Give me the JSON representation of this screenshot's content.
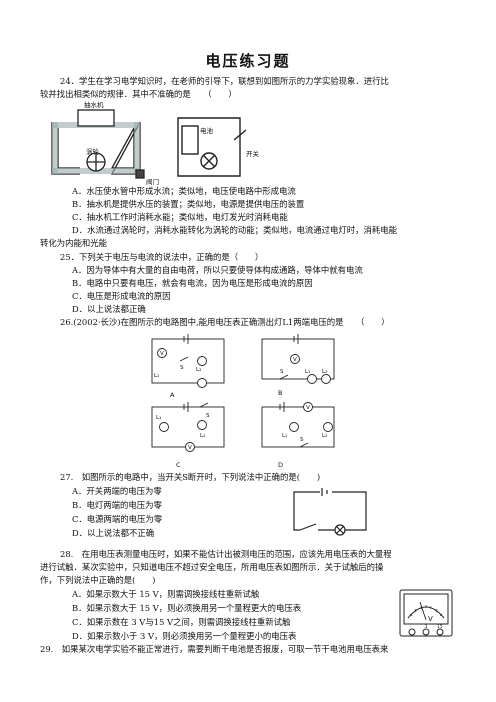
{
  "title": "电压练习题",
  "q24": {
    "stem1": "24．学生在学习电学知识时，在老师的引导下，联想到如图所示的力学实验现象．进行比",
    "stem2": "较并找出相类似的规律．其中不准确的是　　（　　）",
    "figure_labels": {
      "pump": "抽水机",
      "turbine": "涡轮",
      "valve": "阀门",
      "battery": "电池",
      "switch": "开关"
    },
    "options": [
      "A．水压使水管中形成水流；类似地，电压使电路中形成电流",
      "B．抽水机是提供水压的装置；类似地，电源是提供电压的装置",
      "C．抽水机工作时消耗水能；类似地，电灯发光时消耗电能",
      "D．水流通过涡轮时，消耗水能转化为涡轮的动能；类似地，电流通过电灯时，消耗电能",
      "转化为内能和光能"
    ]
  },
  "q25": {
    "stem": "25．下列关于电压与电流的说法中，正确的是（　　）",
    "options": [
      "A．因为导体中有大量的自由电荷，所以只要使导体构成通路，导体中就有电流",
      "B．电路中只要有电压，就会有电流，因为电压是形成电流的原因",
      "C．电压是形成电流的原因",
      "D．以上说法都正确"
    ]
  },
  "q26": {
    "stem": "26.(2002·长沙)在图所示的电路图中,能用电压表正确测出灯L1两端电压的是　　（　　）",
    "labels": [
      "A",
      "B",
      "C",
      "D"
    ],
    "components": {
      "voltmeter": "V",
      "switch": "S",
      "lamp1": "L₁",
      "lamp2": "L₂"
    }
  },
  "q27": {
    "stem": "27.　如图所示的电路中，当开关S断开时，下列说法中正确的是(　　)",
    "options": [
      "A．开关两端的电压为零",
      "B．电灯两端的电压为零",
      "C．电源两端的电压为零",
      "D．以上说法都不正确"
    ]
  },
  "q28": {
    "stem1": "28.　在用电压表测量电压时，如果不能估计出被测电压的范围，应该先用电压表的大量程",
    "stem2": "进行试触．某次实验中，只知道电压不超过安全电压，所用电压表如图所示．关于试触后的操",
    "stem3": "作，下列说法中正确的是(　　)",
    "options": [
      "A．如果示数大于 15 V，则需调换接线柱重新试触",
      "B．如果示数大于 15 V，则必须换用另一个量程更大的电压表",
      "C．如果示数在 3 V与15 V之间，则需调换接线柱重新试触",
      "D．如果示数小于 3 V，则必须换用另一个量程更小的电压表"
    ],
    "meter_label": "V",
    "terminal_labels": [
      "-",
      "3",
      "15"
    ]
  },
  "q29": {
    "stem": "29.　如果某次电学实验不能正常进行，需要判断干电池是否报废，可取一节干电池用电压表来"
  }
}
